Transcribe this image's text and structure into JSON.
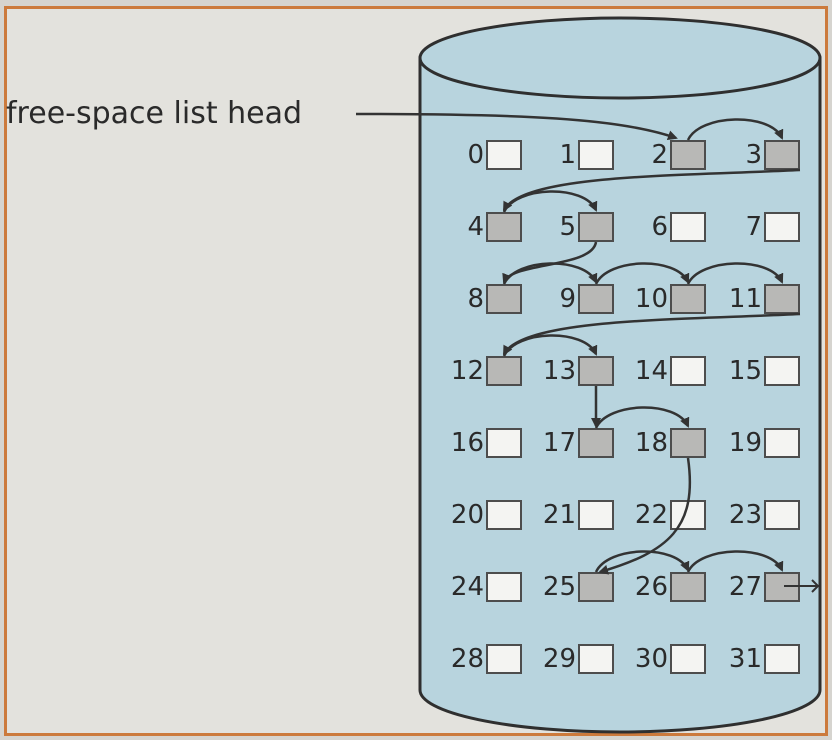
{
  "head_label": "free-space list head",
  "colors": {
    "cylinder_fill": "#b8d4de",
    "cylinder_stroke": "#2f2f2f",
    "free_block": "#b8b8b6",
    "used_block": "#f4f4f2",
    "frame": "#cc7a3c"
  },
  "blocks": [
    {
      "id": 0,
      "label": "0",
      "free": false
    },
    {
      "id": 1,
      "label": "1",
      "free": false
    },
    {
      "id": 2,
      "label": "2",
      "free": true
    },
    {
      "id": 3,
      "label": "3",
      "free": true
    },
    {
      "id": 4,
      "label": "4",
      "free": true
    },
    {
      "id": 5,
      "label": "5",
      "free": true
    },
    {
      "id": 6,
      "label": "6",
      "free": false
    },
    {
      "id": 7,
      "label": "7",
      "free": false
    },
    {
      "id": 8,
      "label": "8",
      "free": true
    },
    {
      "id": 9,
      "label": "9",
      "free": true
    },
    {
      "id": 10,
      "label": "10",
      "free": true
    },
    {
      "id": 11,
      "label": "11",
      "free": true
    },
    {
      "id": 12,
      "label": "12",
      "free": true
    },
    {
      "id": 13,
      "label": "13",
      "free": true
    },
    {
      "id": 14,
      "label": "14",
      "free": false
    },
    {
      "id": 15,
      "label": "15",
      "free": false
    },
    {
      "id": 16,
      "label": "16",
      "free": false
    },
    {
      "id": 17,
      "label": "17",
      "free": true
    },
    {
      "id": 18,
      "label": "18",
      "free": true
    },
    {
      "id": 19,
      "label": "19",
      "free": false
    },
    {
      "id": 20,
      "label": "20",
      "free": false
    },
    {
      "id": 21,
      "label": "21",
      "free": false
    },
    {
      "id": 22,
      "label": "22",
      "free": false
    },
    {
      "id": 23,
      "label": "23",
      "free": false
    },
    {
      "id": 24,
      "label": "24",
      "free": false
    },
    {
      "id": 25,
      "label": "25",
      "free": true
    },
    {
      "id": 26,
      "label": "26",
      "free": true
    },
    {
      "id": 27,
      "label": "27",
      "free": true
    },
    {
      "id": 28,
      "label": "28",
      "free": false
    },
    {
      "id": 29,
      "label": "29",
      "free": false
    },
    {
      "id": 30,
      "label": "30",
      "free": false
    },
    {
      "id": 31,
      "label": "31",
      "free": false
    }
  ],
  "links": [
    [
      2,
      3
    ],
    [
      3,
      4
    ],
    [
      4,
      5
    ],
    [
      5,
      8
    ],
    [
      8,
      9
    ],
    [
      9,
      10
    ],
    [
      10,
      11
    ],
    [
      11,
      12
    ],
    [
      12,
      13
    ],
    [
      13,
      17
    ],
    [
      17,
      18
    ],
    [
      18,
      25
    ],
    [
      25,
      26
    ],
    [
      26,
      27
    ]
  ]
}
